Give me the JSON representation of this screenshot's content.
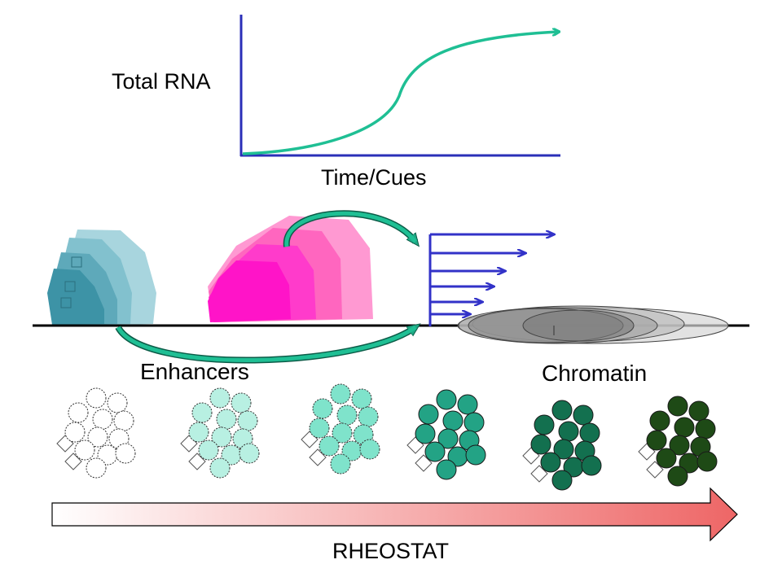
{
  "graph": {
    "y_label": "Total RNA",
    "x_label": "Time/Cues"
  },
  "labels": {
    "enhancers": "Enhancers",
    "chromatin": "Chromatin",
    "rheostat": "RHEOSTAT"
  },
  "colors": {
    "axis": "#2a2fb8",
    "curve": "#1fbf94",
    "enhancer_teal": "#3d93a6",
    "enhancer_magenta": "#ff14c8",
    "transcription_arrows": "#3232c8",
    "nucleosome": "#8c8c8c",
    "rheostat_start": "#ffffff",
    "rheostat_end": "#ee6666"
  },
  "nucleosome_clusters": [
    {
      "name": "cluster-white",
      "fill": "#ffffff"
    },
    {
      "name": "cluster-pale-cyan",
      "fill": "#b8f0e2"
    },
    {
      "name": "cluster-light-teal",
      "fill": "#7fe3cb"
    },
    {
      "name": "cluster-teal",
      "fill": "#23a385"
    },
    {
      "name": "cluster-dark-teal",
      "fill": "#13704f"
    },
    {
      "name": "cluster-darkest-green",
      "fill": "#1e4a16"
    }
  ]
}
